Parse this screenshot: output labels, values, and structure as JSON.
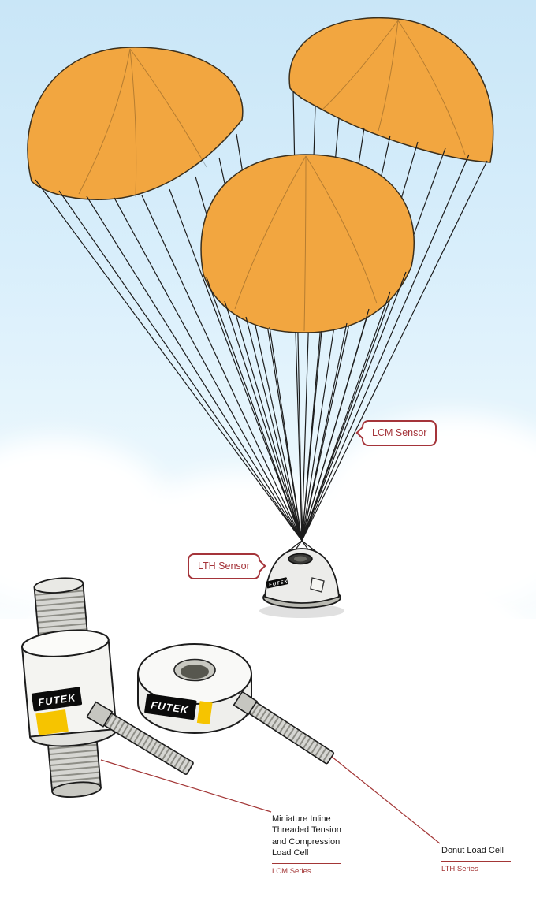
{
  "callouts": {
    "lcm": {
      "label": "LCM Sensor"
    },
    "lth": {
      "label": "LTH Sensor"
    }
  },
  "brand": {
    "name": "FUTEK"
  },
  "products": {
    "lcm": {
      "name": "Miniature Inline Threaded Tension and Compression Load Cell",
      "series": "LCM Series"
    },
    "lth": {
      "name": "Donut Load Cell",
      "series": "LTH Series"
    }
  },
  "colors": {
    "parachute_orange": "#F2A640",
    "callout_red": "#A5343A",
    "leader_red": "#A33636",
    "brand_yellow": "#F6C400",
    "sky_blue": "#C9E6F7"
  }
}
